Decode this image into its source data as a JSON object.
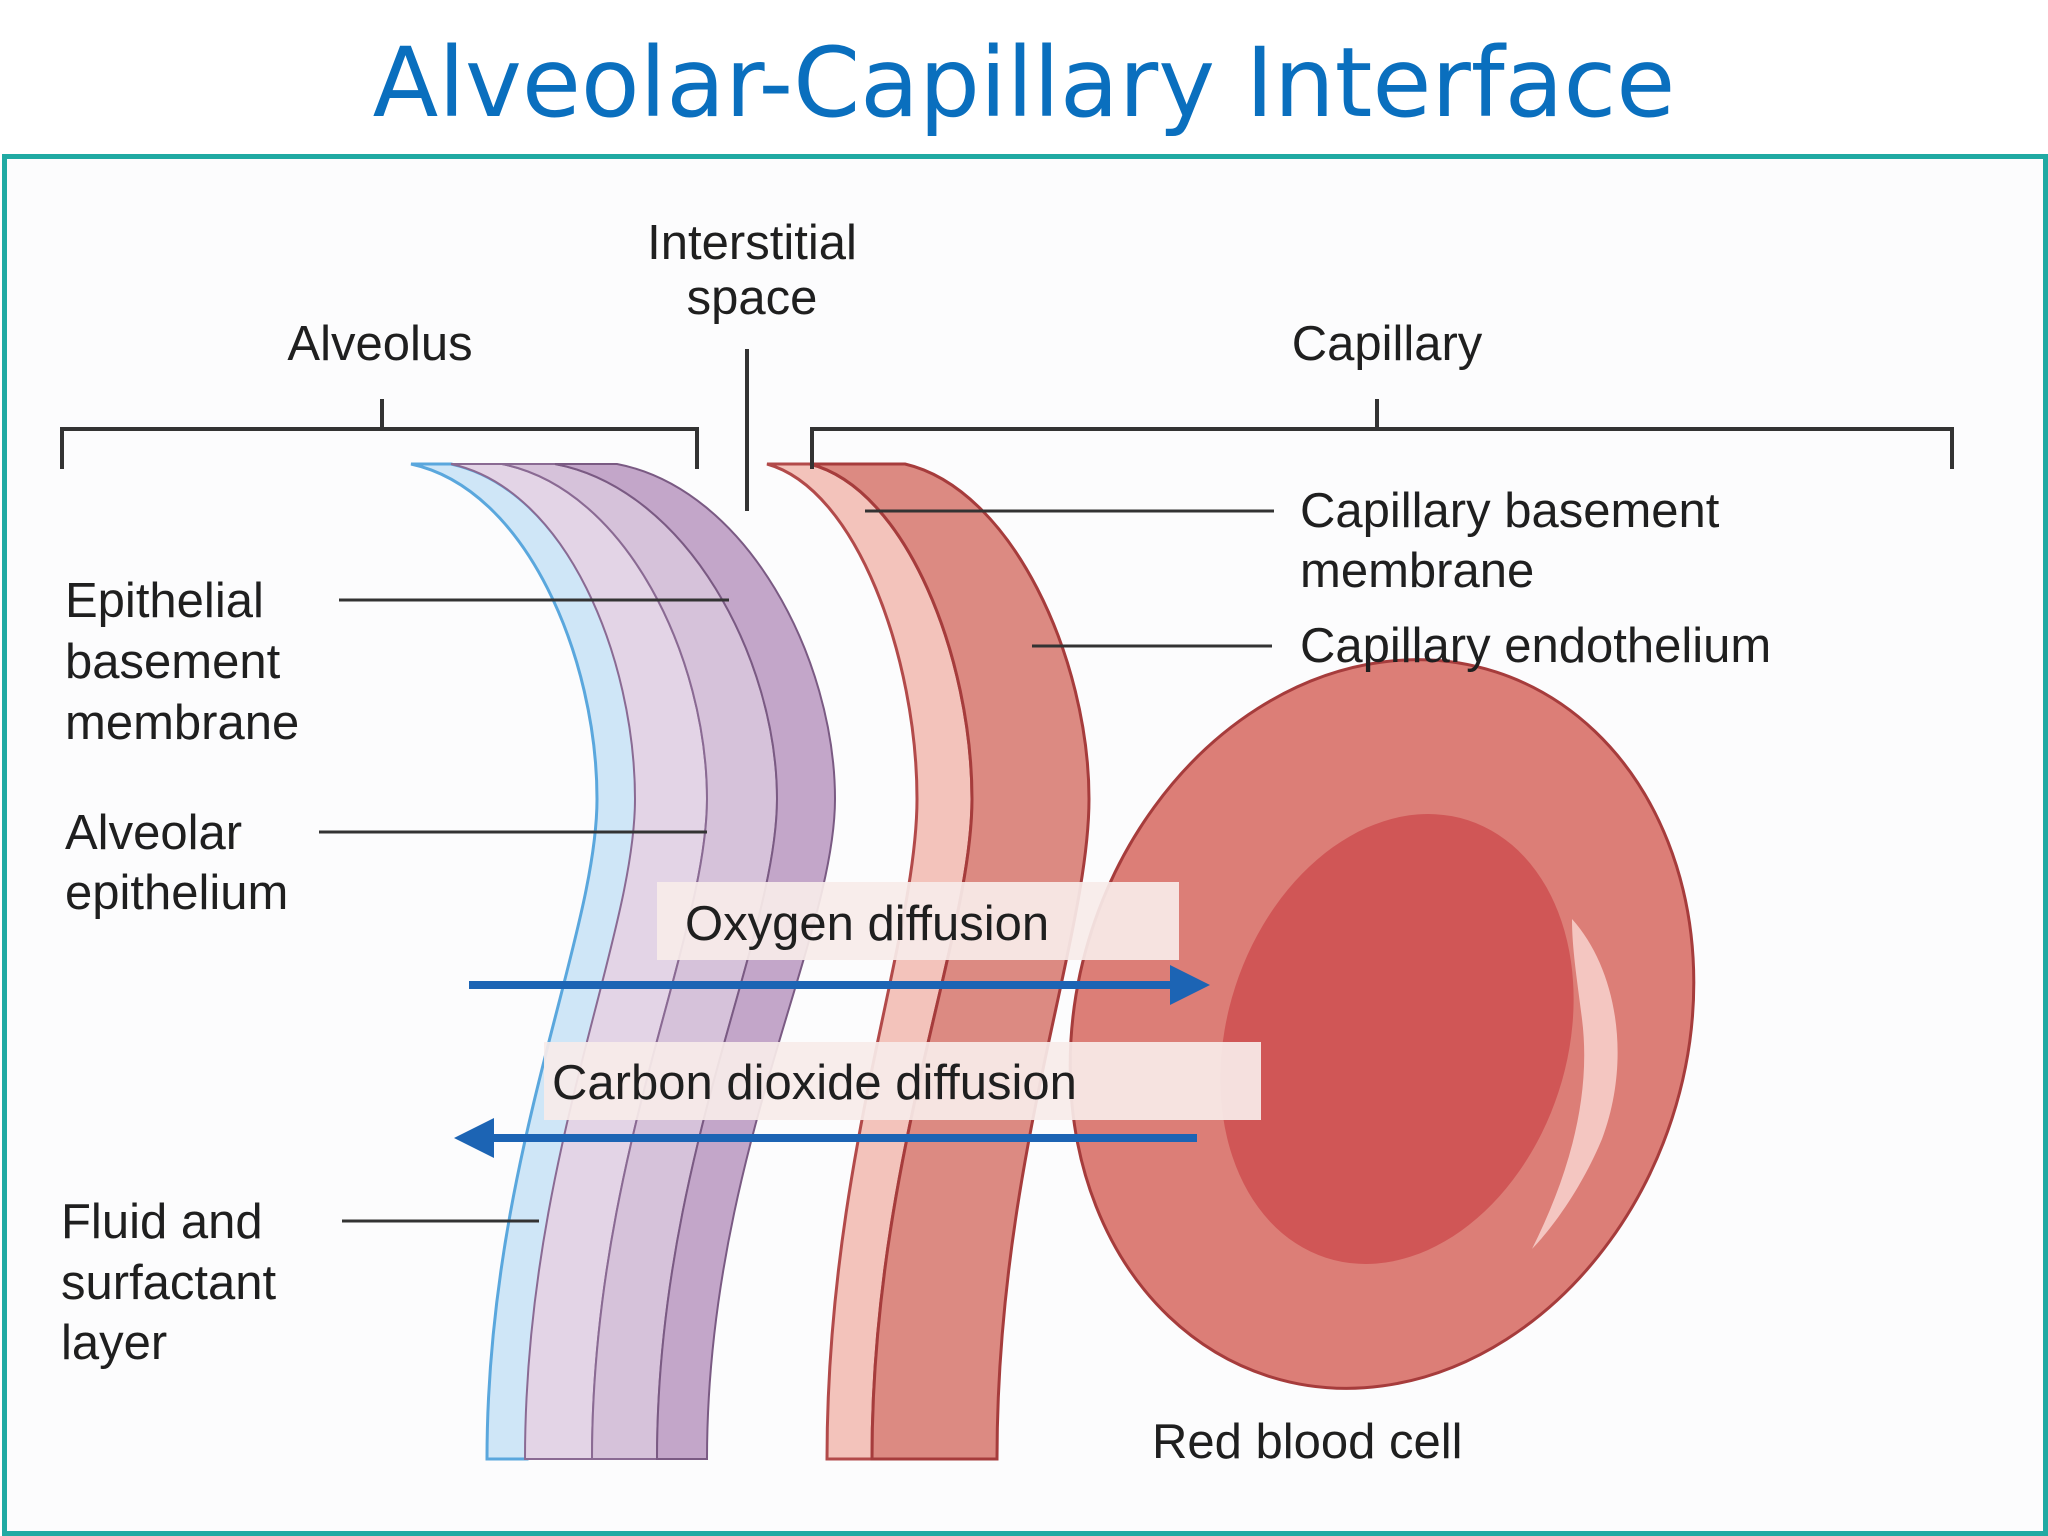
{
  "slide": {
    "title": "Alveolar-Capillary Interface"
  },
  "diagram": {
    "labels": {
      "interstitial_line1": "Interstitial",
      "interstitial_line2": "space",
      "alveolus": "Alveolus",
      "capillary": "Capillary",
      "epithelial_bm_line1": "Epithelial",
      "epithelial_bm_line2": "basement",
      "epithelial_bm_line3": "membrane",
      "alveolar_epi_line1": "Alveolar",
      "alveolar_epi_line2": "epithelium",
      "fluid_line1": "Fluid and",
      "fluid_line2": "surfactant",
      "fluid_line3": "layer",
      "cap_bm_line1": "Capillary basement",
      "cap_bm_line2": "membrane",
      "cap_endo": "Capillary endothelium",
      "oxygen": "Oxygen diffusion",
      "co2": "Carbon dioxide diffusion",
      "rbc": "Red blood cell"
    },
    "colors": {
      "title": "#0a6fbe",
      "frame_border": "#20aaa3",
      "fluid_layer": "#cfe6f7",
      "alveolar_epithelium": "#e3d4e6",
      "epithelial_basement": "#c3a6c9",
      "capillary_basement": "#f3c3bb",
      "capillary_endothelium": "#dc8a82",
      "red_blood_cell": "#dc7e77",
      "rbc_center": "#d05656",
      "arrow": "#1c64b4"
    }
  }
}
